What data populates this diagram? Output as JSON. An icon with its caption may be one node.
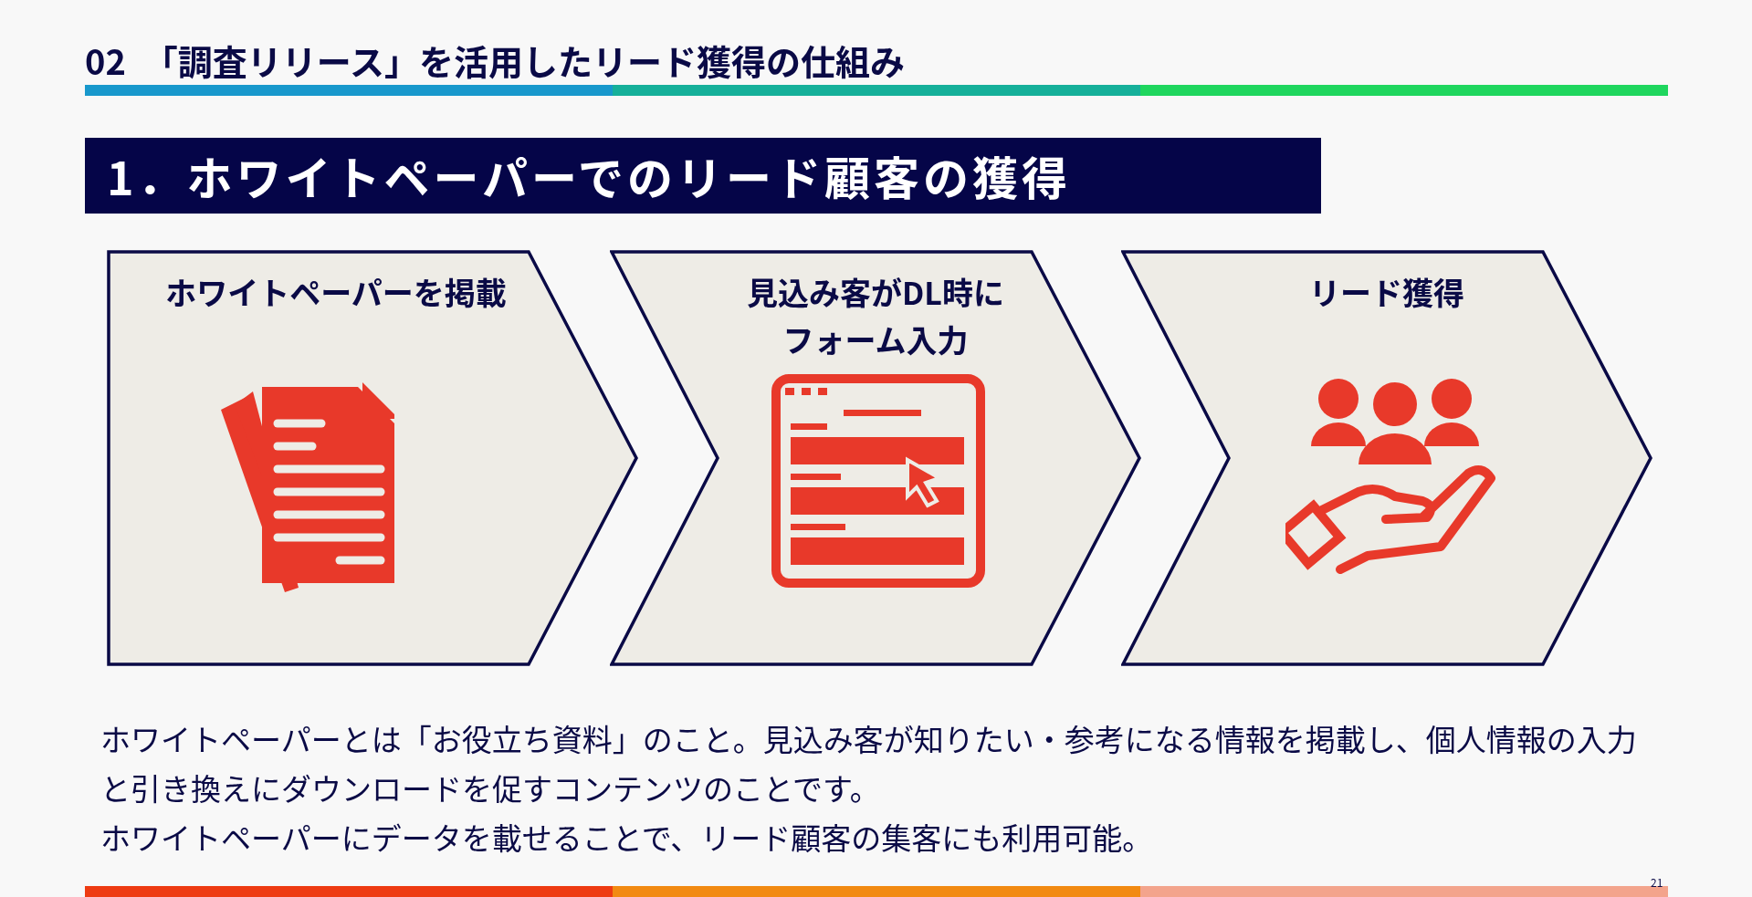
{
  "diagram": {
    "title": "02　「調査リリース」を活用したリード獲得の仕組み",
    "nodes": [
      {
        "text": [
          "ホワイトペーパーを掲載"
        ]
      },
      {
        "text": [
          "見込み客がDL時にフォーム入力"
        ]
      },
      {
        "text": [
          "リード獲得"
        ]
      }
    ],
    "labels": [
      "1．ホワイトペーパーでのリード顧客の獲得",
      "ホワイトペーパーとは「お役立ち資料」のこと。見込み客が知りたい・参考になる情報を掲載し、個人情報の入力と引き換えにダウンロードを促すコンテンツのことです。",
      "ホワイトペーパーにデータを載せることで、リード顧客の集客にも利用可能。",
      "21"
    ]
  }
}
